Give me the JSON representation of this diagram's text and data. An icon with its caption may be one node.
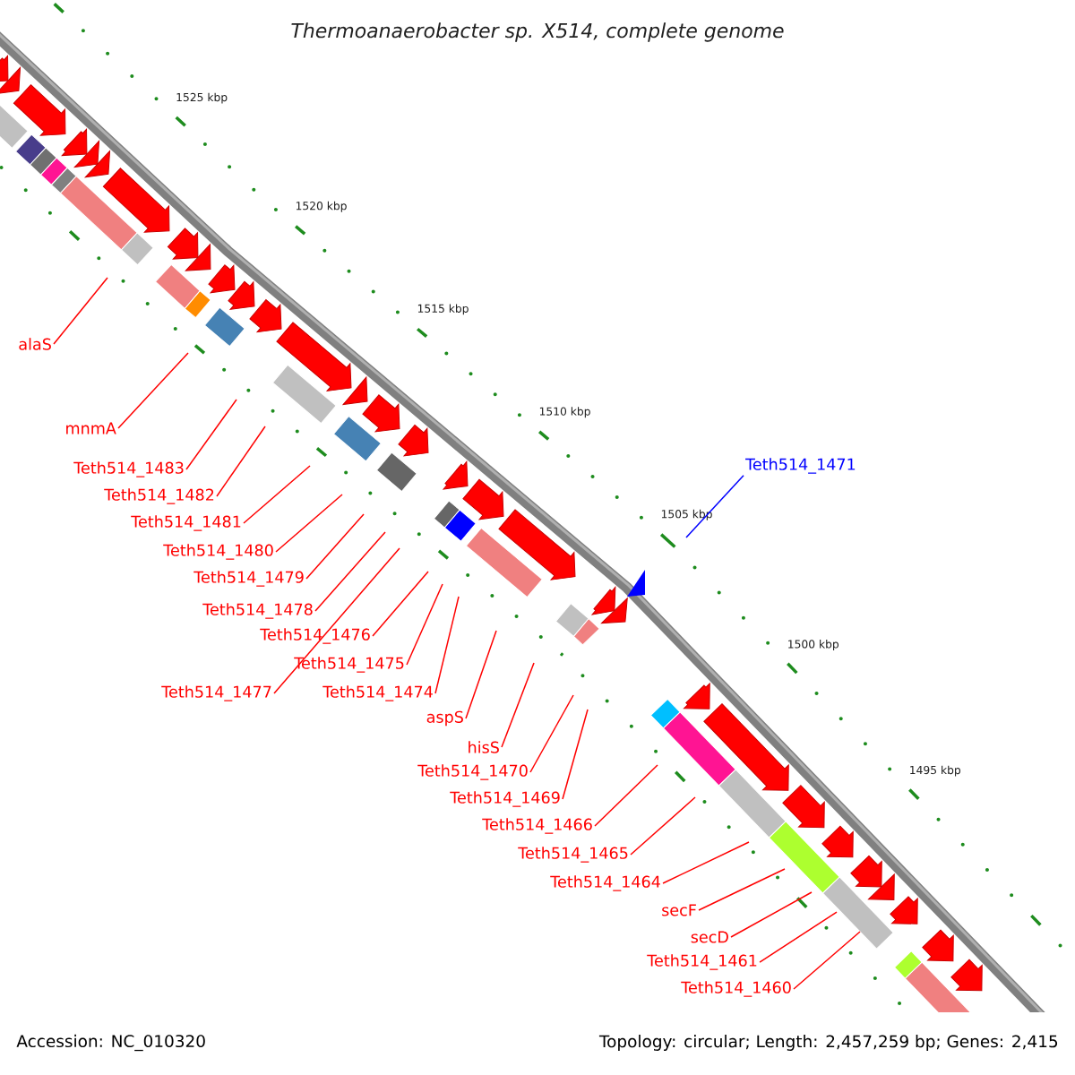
{
  "diagram": {
    "title": "Thermoanaerobacter sp. X514, complete genome",
    "nodes": [
      {
        "text": [
          "alaS"
        ]
      },
      {
        "text": [
          "mnmA"
        ]
      },
      {
        "text": [
          "Teth514_1471"
        ]
      },
      {
        "text": [
          "Teth514_1483"
        ]
      },
      {
        "text": [
          "Teth514_1482"
        ]
      },
      {
        "text": [
          "Teth514_1481"
        ]
      },
      {
        "text": [
          "Teth514_1480"
        ]
      },
      {
        "text": [
          "Teth514_1479"
        ]
      },
      {
        "text": [
          "Teth514_1478"
        ]
      },
      {
        "text": [
          "Teth514_1476"
        ]
      },
      {
        "text": [
          "Teth514_1475"
        ]
      },
      {
        "text": [
          "Teth514_1477"
        ]
      },
      {
        "text": [
          "Teth514_1474"
        ]
      },
      {
        "text": [
          "aspS"
        ]
      },
      {
        "text": [
          "hisS"
        ]
      },
      {
        "text": [
          "Teth514_1470"
        ]
      },
      {
        "text": [
          "Teth514_1469"
        ]
      },
      {
        "text": [
          "Teth514_1466"
        ]
      },
      {
        "text": [
          "Teth514_1465"
        ]
      },
      {
        "text": [
          "Teth514_1464"
        ]
      },
      {
        "text": [
          "secF"
        ]
      },
      {
        "text": [
          "secD"
        ]
      },
      {
        "text": [
          "Teth514_1461"
        ]
      },
      {
        "text": [
          "Teth514_1460"
        ]
      }
    ],
    "edges": [
      {
        "from": 0,
        "to": null,
        "arrow": "none"
      },
      {
        "from": 1,
        "to": null,
        "arrow": "none"
      },
      {
        "from": 2,
        "to": null,
        "arrow": "none",
        "color": "#0000ff"
      },
      {
        "from": 3,
        "to": null,
        "arrow": "none"
      },
      {
        "from": 4,
        "to": null,
        "arrow": "none"
      },
      {
        "from": 5,
        "to": null,
        "arrow": "none"
      },
      {
        "from": 6,
        "to": null,
        "arrow": "none"
      },
      {
        "from": 7,
        "to": null,
        "arrow": "none"
      },
      {
        "from": 8,
        "to": null,
        "arrow": "none"
      },
      {
        "from": 9,
        "to": null,
        "arrow": "none"
      },
      {
        "from": 10,
        "to": null,
        "arrow": "none"
      },
      {
        "from": 11,
        "to": null,
        "arrow": "none"
      },
      {
        "from": 12,
        "to": null,
        "arrow": "none"
      },
      {
        "from": 13,
        "to": null,
        "arrow": "none"
      },
      {
        "from": 14,
        "to": null,
        "arrow": "none"
      },
      {
        "from": 15,
        "to": null,
        "arrow": "none"
      },
      {
        "from": 16,
        "to": null,
        "arrow": "none"
      },
      {
        "from": 17,
        "to": null,
        "arrow": "none"
      },
      {
        "from": 18,
        "to": null,
        "arrow": "none"
      },
      {
        "from": 19,
        "to": null,
        "arrow": "none"
      },
      {
        "from": 20,
        "to": null,
        "arrow": "none"
      },
      {
        "from": 21,
        "to": null,
        "arrow": "none"
      },
      {
        "from": 22,
        "to": null,
        "arrow": "none"
      },
      {
        "from": 23,
        "to": null,
        "arrow": "none"
      }
    ],
    "labels": [
      "1525 kbp",
      "1520 kbp",
      "1515 kbp",
      "1510 kbp",
      "1505 kbp",
      "1500 kbp",
      "1495 kbp",
      "Accession: NC_010320",
      "Topology: circular; Length: 2,457,259 bp; Genes: 2,415"
    ]
  }
}
